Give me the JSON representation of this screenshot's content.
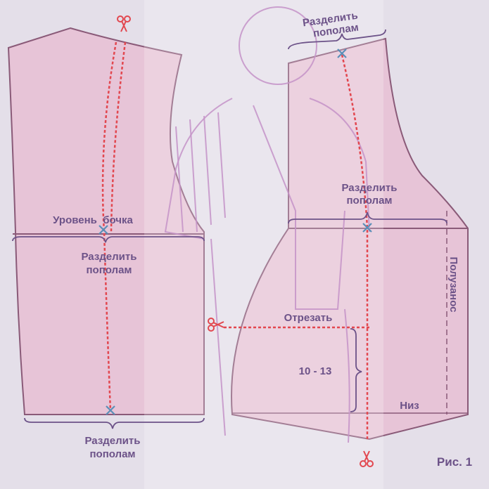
{
  "figure": {
    "caption": "Рис. 1",
    "labels": {
      "divide_half_top": [
        "Разделить",
        "пополам"
      ],
      "divide_half_front_mid": [
        "Разделить",
        "пополам"
      ],
      "side_level": "Уровень  бочка",
      "divide_half_back_mid": [
        "Разделить",
        "пополам"
      ],
      "cut": "Отрезать",
      "measure": "10 - 13",
      "bottom": "Низ",
      "half_overlap": "Полузанос",
      "divide_half_bottom": [
        "Разделить",
        "пополам"
      ]
    },
    "icons": [
      "scissors-icon",
      "scissors-icon",
      "scissors-icon",
      "cross-mark-icon"
    ],
    "colors": {
      "piece": "#e7bfd3",
      "cut_line": "#e2474f",
      "label": "#6c5288",
      "background": "#e4dfe9"
    }
  }
}
